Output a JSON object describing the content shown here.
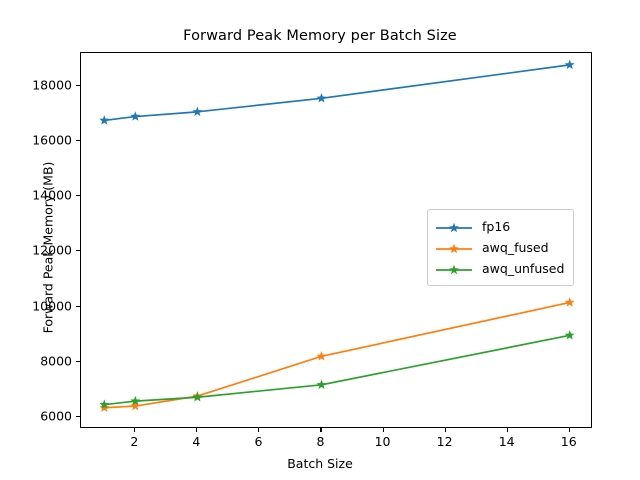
{
  "chart_data": {
    "type": "line",
    "title": "Forward Peak Memory per Batch Size",
    "xlabel": "Batch Size",
    "ylabel": "Forward Peak Memory (MB)",
    "x": [
      1,
      2,
      4,
      8,
      16
    ],
    "xlim": [
      0.25,
      16.75
    ],
    "ylim": [
      5570,
      19180
    ],
    "xticks": [
      2,
      4,
      6,
      8,
      10,
      12,
      14,
      16
    ],
    "xtick_labels": [
      "2",
      "4",
      "6",
      "8",
      "10",
      "12",
      "14",
      "16"
    ],
    "yticks": [
      6000,
      8000,
      10000,
      12000,
      14000,
      16000,
      18000
    ],
    "ytick_labels": [
      "6000",
      "8000",
      "10000",
      "12000",
      "14000",
      "16000",
      "18000"
    ],
    "grid": false,
    "legend_position": "center right",
    "marker": "star",
    "series": [
      {
        "name": "fp16",
        "color": "#1f77b4",
        "values": [
          16740,
          16880,
          17050,
          17540,
          18750
        ]
      },
      {
        "name": "awq_fused",
        "color": "#ff7f0e",
        "values": [
          6340,
          6400,
          6760,
          8200,
          10150
        ]
      },
      {
        "name": "awq_unfused",
        "color": "#2ca02c",
        "values": [
          6450,
          6580,
          6720,
          7170,
          8960
        ]
      }
    ]
  },
  "figure": {
    "background": "#ffffff",
    "axes_edge_color": "#000000"
  }
}
